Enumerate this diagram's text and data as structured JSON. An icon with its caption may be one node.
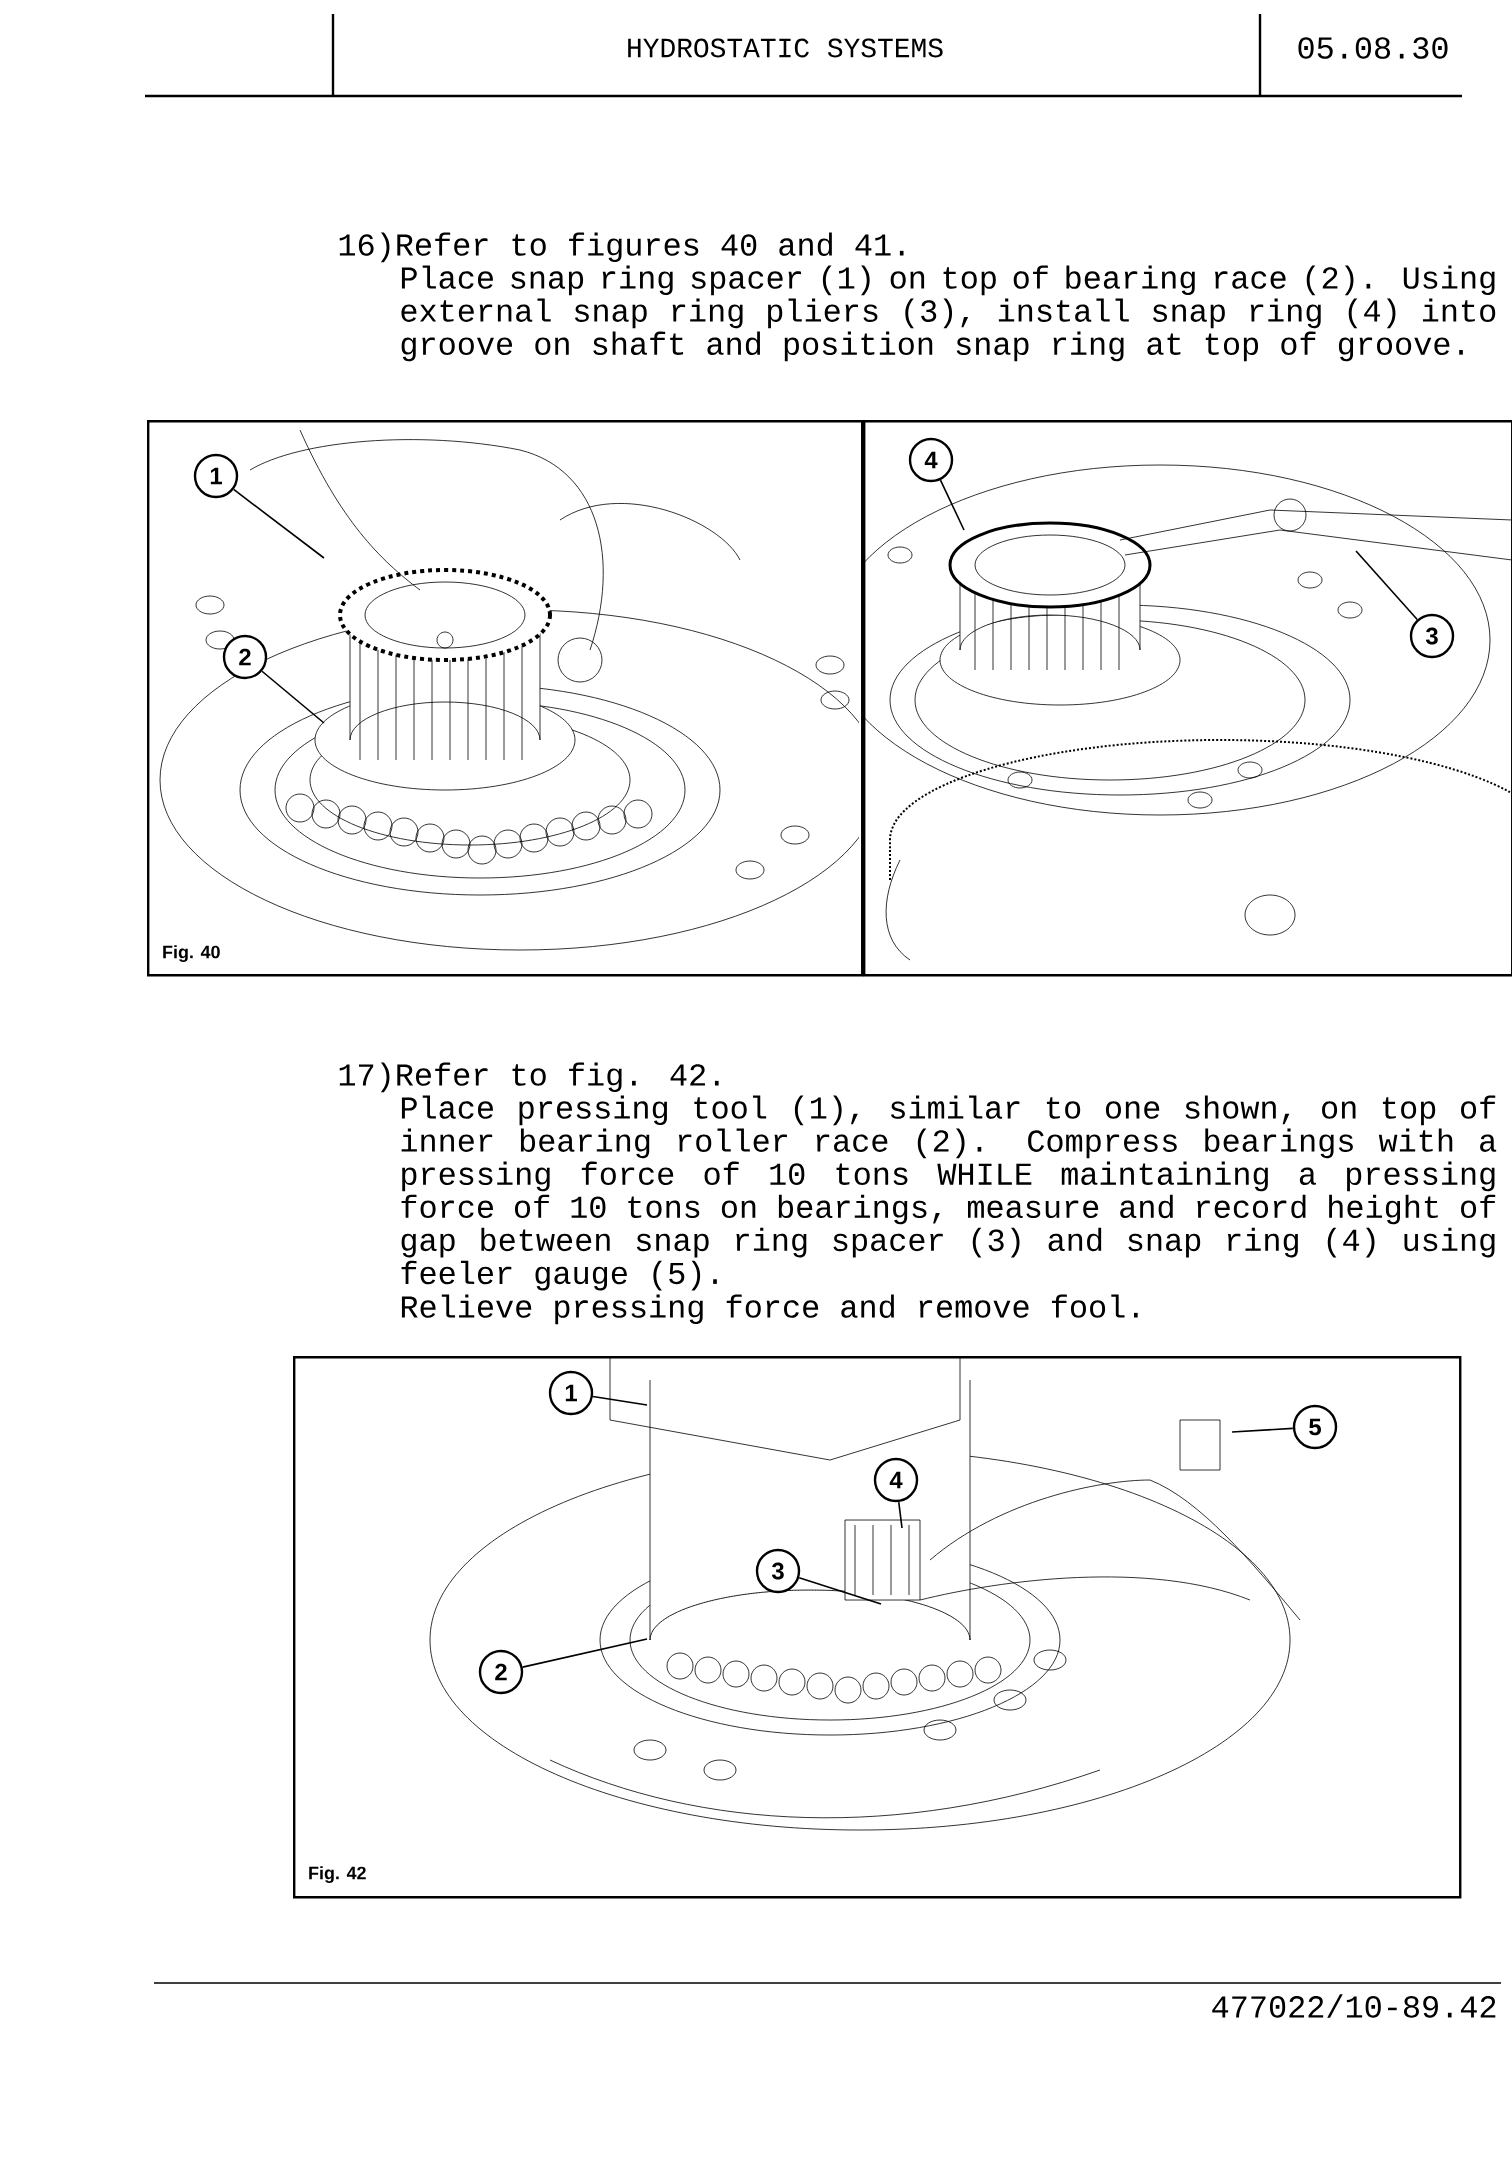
{
  "diagram": {
    "title": "HYDROSTATIC SYSTEMS",
    "nodes": [
      {
        "text": [
          "Fig. 40"
        ]
      },
      {
        "text": [
          "1"
        ],
        "in": 0
      },
      {
        "text": [
          "2"
        ],
        "in": 0
      },
      {
        "text": [],
        "shape": "picture"
      },
      {
        "text": [
          "4"
        ],
        "in": 3
      },
      {
        "text": [
          "3"
        ],
        "in": 3
      },
      {
        "text": [
          "Fig. 42"
        ]
      },
      {
        "text": [
          "1"
        ],
        "in": 6
      },
      {
        "text": [
          "4"
        ],
        "in": 6
      },
      {
        "text": [
          "3"
        ],
        "in": 6
      },
      {
        "text": [
          "2"
        ],
        "in": 6
      },
      {
        "text": [
          "5"
        ],
        "in": 6
      }
    ],
    "edges": [
      {
        "from": 1,
        "to": null,
        "arrow": "none"
      },
      {
        "from": 2,
        "to": null,
        "arrow": "none"
      },
      {
        "from": 4,
        "to": null,
        "arrow": "none"
      },
      {
        "from": 5,
        "to": null,
        "arrow": "none"
      },
      {
        "from": 7,
        "to": null,
        "arrow": "none"
      },
      {
        "from": 8,
        "to": null,
        "arrow": "none"
      },
      {
        "from": 9,
        "to": null,
        "arrow": "none"
      },
      {
        "from": 10,
        "to": null,
        "arrow": "none"
      },
      {
        "from": 11,
        "to": null,
        "arrow": "none"
      }
    ],
    "labels": [
      "05.08.30",
      "16)Refer to figures 40 and 41.",
      "Place snap ring spacer (1) on top of bearing race (2). Using external snap ring pliers (3), install snap ring (4) into groove on shaft and position snap ring at top of groove.",
      "17)Refer to fig. 42.",
      "Place pressing tool (1), similar to one shown, on top of inner bearing roller race (2). Compress bearings with a pressing force of 10 tons WHILE maintaining a pressing force of 10 tons on bearings, measure and record height of gap between snap ring spacer (3) and snap ring (4) using feeler gauge (5).",
      "Relieve pressing force and remove fool.",
      "477022/10-89.42"
    ]
  }
}
